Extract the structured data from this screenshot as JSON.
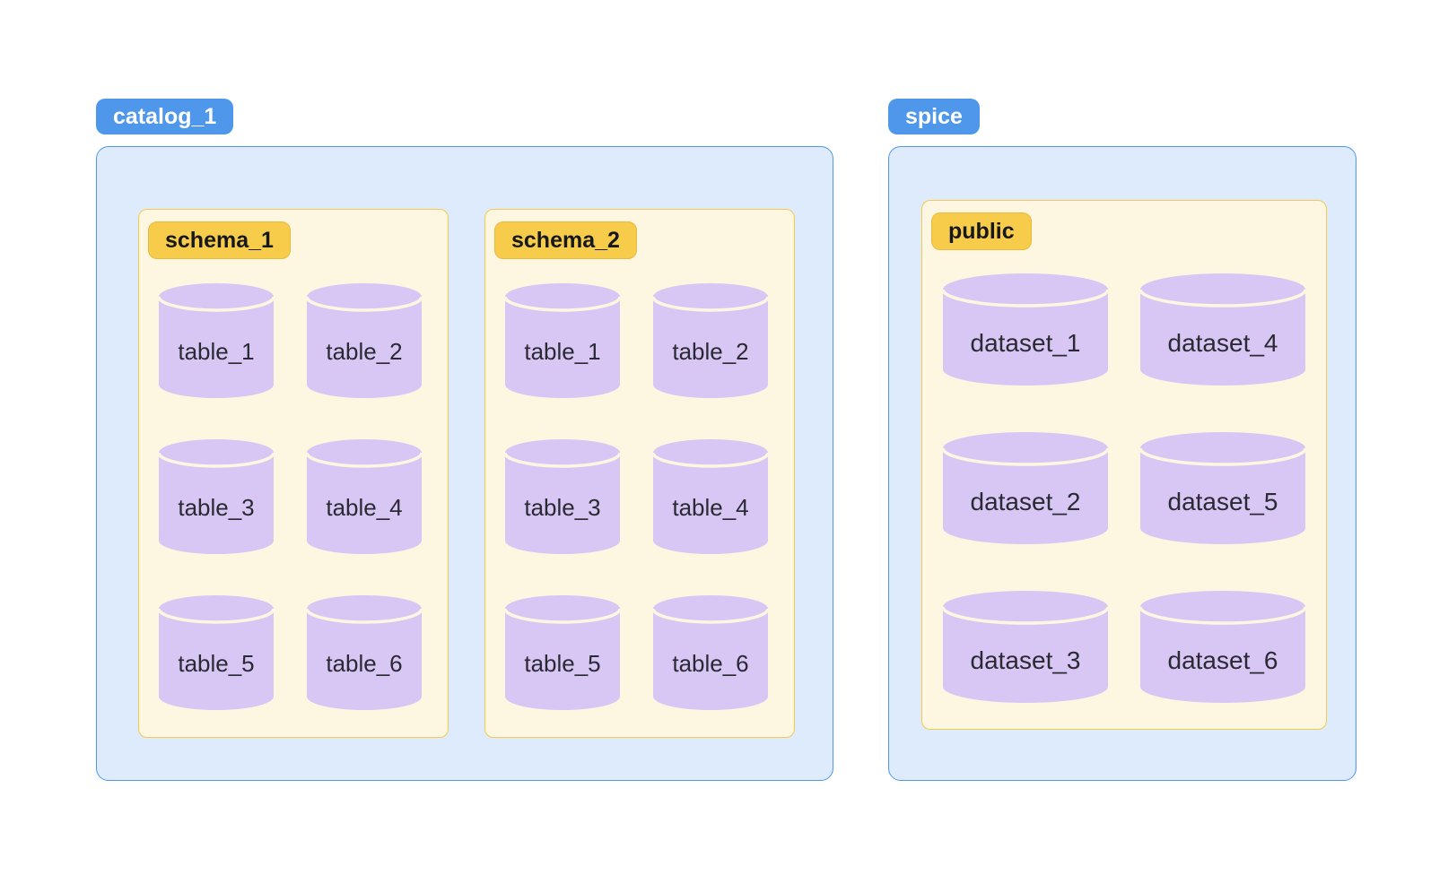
{
  "palette": {
    "catalog_badge_bg": "#4E97EB",
    "catalog_badge_text": "#FFFFFF",
    "catalog_container_bg": "#DDEBFC",
    "catalog_container_border": "#4E97EC",
    "schema_badge_bg": "#F6CC4A",
    "schema_badge_border": "#E9B941",
    "schema_badge_text": "#17181C",
    "schema_box_bg": "#FDF7E1",
    "schema_box_border": "#F4CA51",
    "cylinder_fill": "#D8C6F4",
    "cylinder_highlight": "#FDF7E1",
    "cylinder_label_text": "#2A2A33"
  },
  "catalogs": [
    {
      "label": "catalog_1",
      "schemas": [
        {
          "label": "schema_1",
          "tables": [
            "table_1",
            "table_2",
            "table_3",
            "table_4",
            "table_5",
            "table_6"
          ]
        },
        {
          "label": "schema_2",
          "tables": [
            "table_1",
            "table_2",
            "table_3",
            "table_4",
            "table_5",
            "table_6"
          ]
        }
      ]
    },
    {
      "label": "spice",
      "schemas": [
        {
          "label": "public",
          "tables": [
            "dataset_1",
            "dataset_4",
            "dataset_2",
            "dataset_5",
            "dataset_3",
            "dataset_6"
          ]
        }
      ]
    }
  ]
}
